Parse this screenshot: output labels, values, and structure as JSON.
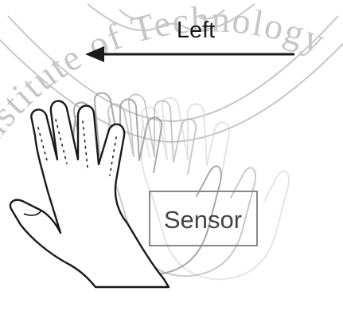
{
  "diagram": {
    "direction_label": "Left",
    "sensor_label": "Sensor",
    "watermark_text": "Institute of Technology",
    "colors": {
      "background": "#ffffff",
      "ink": "#1a1a1a",
      "watermark": "#c6c6c6",
      "faded_hand_1": "#9a9a9a",
      "faded_hand_2": "#b4b4b4",
      "faded_hand_3": "#cfcfcf"
    },
    "icons": [
      "left-arrow-icon",
      "hand-icon",
      "university-seal-watermark"
    ]
  }
}
